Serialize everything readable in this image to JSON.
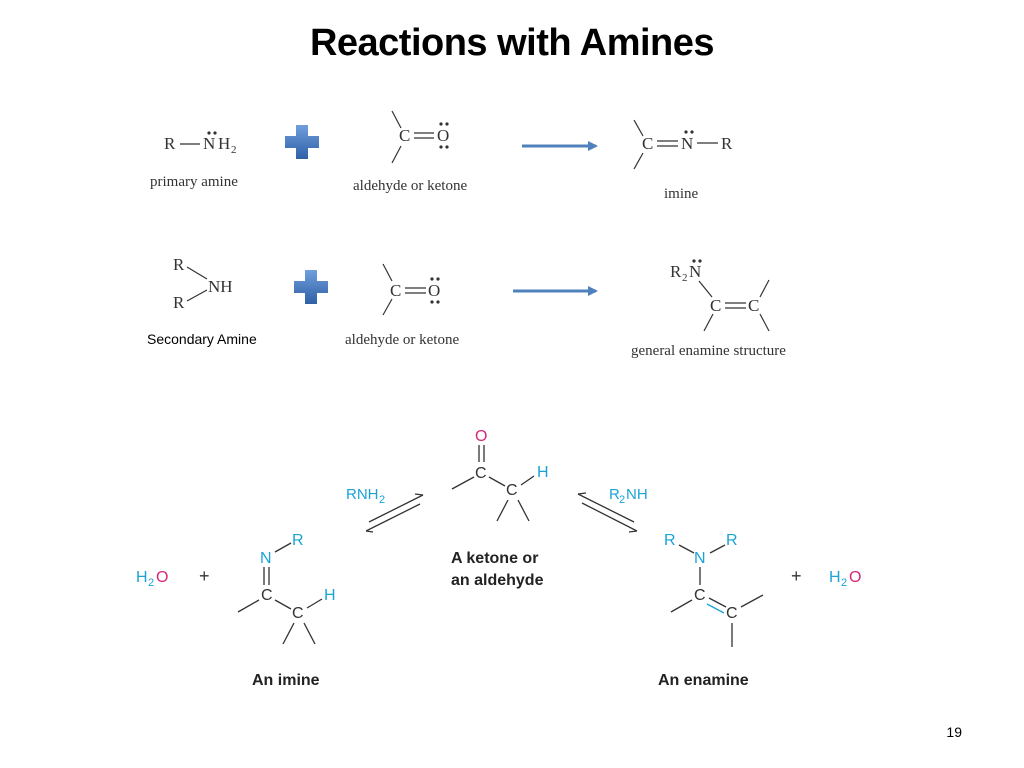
{
  "title": "Reactions with Amines",
  "page_number": "19",
  "row1": {
    "amine": {
      "r": "R",
      "n": "N",
      "h": "H",
      "sub2": "2",
      "label": "primary amine"
    },
    "carbonyl": {
      "c": "C",
      "o": "O",
      "label": "aldehyde or ketone"
    },
    "product": {
      "c": "C",
      "n": "N",
      "r": "R",
      "label": "imine"
    }
  },
  "row2": {
    "amine": {
      "r1": "R",
      "r2": "R",
      "nh": "NH",
      "label": "Secondary Amine"
    },
    "carbonyl": {
      "c": "C",
      "o": "O",
      "label": "aldehyde or ketone"
    },
    "product": {
      "r2n_r": "R",
      "r2n_2": "2",
      "r2n_n": "N",
      "c1": "C",
      "c2": "C",
      "label": "general enamine structure"
    }
  },
  "scheme": {
    "center": {
      "o": "O",
      "c1": "C",
      "c2": "C",
      "h": "H",
      "label_line1": "A ketone or",
      "label_line2": "an aldehyde"
    },
    "left_reagent": {
      "text": "RNH",
      "sub": "2"
    },
    "right_reagent": {
      "r": "R",
      "sub": "2",
      "nh": "NH"
    },
    "imine": {
      "n": "N",
      "r": "R",
      "c1": "C",
      "c2": "C",
      "h": "H",
      "label": "An imine"
    },
    "enamine": {
      "r1": "R",
      "n": "N",
      "r2": "R",
      "c1": "C",
      "c2": "C",
      "label": "An enamine"
    },
    "water_left": {
      "h": "H",
      "sub": "2",
      "o": "O"
    },
    "water_right": {
      "h": "H",
      "sub": "2",
      "o": "O"
    },
    "plus": "+"
  },
  "colors": {
    "cyan": "#1ba3d6",
    "magenta": "#d6287a",
    "arrow_blue": "#4f81bd",
    "plus_blue": "#3f72b8"
  }
}
